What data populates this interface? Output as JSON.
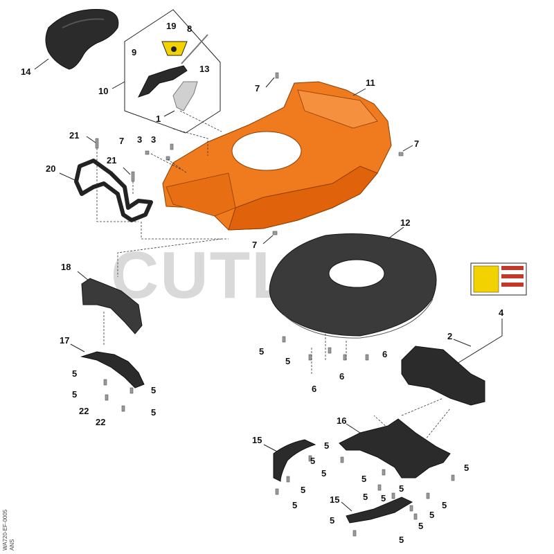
{
  "watermark": "CUTLERS",
  "side_code": "WA720-EF-0005",
  "side_mark": "ANS",
  "callouts": {
    "c1": "1",
    "c2": "2",
    "c3a": "3",
    "c3b": "3",
    "c4": "4",
    "c5_1": "5",
    "c5_2": "5",
    "c5_3": "5",
    "c5_4": "5",
    "c5_5": "5",
    "c5_6": "5",
    "c5_7": "5",
    "c5_8": "5",
    "c5_9": "5",
    "c5_10": "5",
    "c5_11": "5",
    "c5_12": "5",
    "c5_13": "5",
    "c5_14": "5",
    "c5_15": "5",
    "c5_16": "5",
    "c5_17": "5",
    "c5_18": "5",
    "c5_19": "5",
    "c5_20": "5",
    "c6a": "6",
    "c6b": "6",
    "c6c": "6",
    "c7a": "7",
    "c7b": "7",
    "c7c": "7",
    "c7d": "7",
    "c8": "8",
    "c9": "9",
    "c10": "10",
    "c11": "11",
    "c12": "12",
    "c13": "13",
    "c14": "14",
    "c15a": "15",
    "c15b": "15",
    "c16": "16",
    "c17": "17",
    "c18": "18",
    "c19": "19",
    "c20": "20",
    "c21a": "21",
    "c21b": "21",
    "c22a": "22",
    "c22b": "22"
  }
}
